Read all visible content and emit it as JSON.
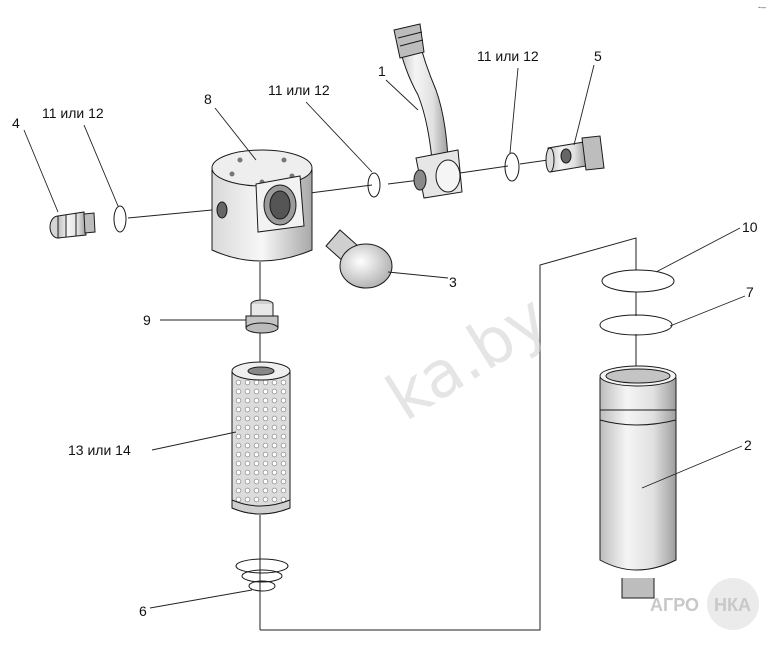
{
  "labels": {
    "p1": "1",
    "p2": "2",
    "p3": "3",
    "p4": "4",
    "p5": "5",
    "p6": "6",
    "p7": "7",
    "p8": "8",
    "p9": "9",
    "p10": "10",
    "seal_a": "11 или 12",
    "seal_b": "11 или 12",
    "seal_c": "11 или 12",
    "filter": "13 или 14"
  },
  "watermark": "ka.by",
  "logo": {
    "left": "АГРО",
    "right": "НКА"
  },
  "corner_mark": "-–",
  "colors": {
    "line": "#1a1a1a",
    "part_light": "#f2f2f2",
    "part_mid": "#cfcfcf",
    "part_dark": "#8a8a8a",
    "watermark": "#cfcfcf"
  }
}
